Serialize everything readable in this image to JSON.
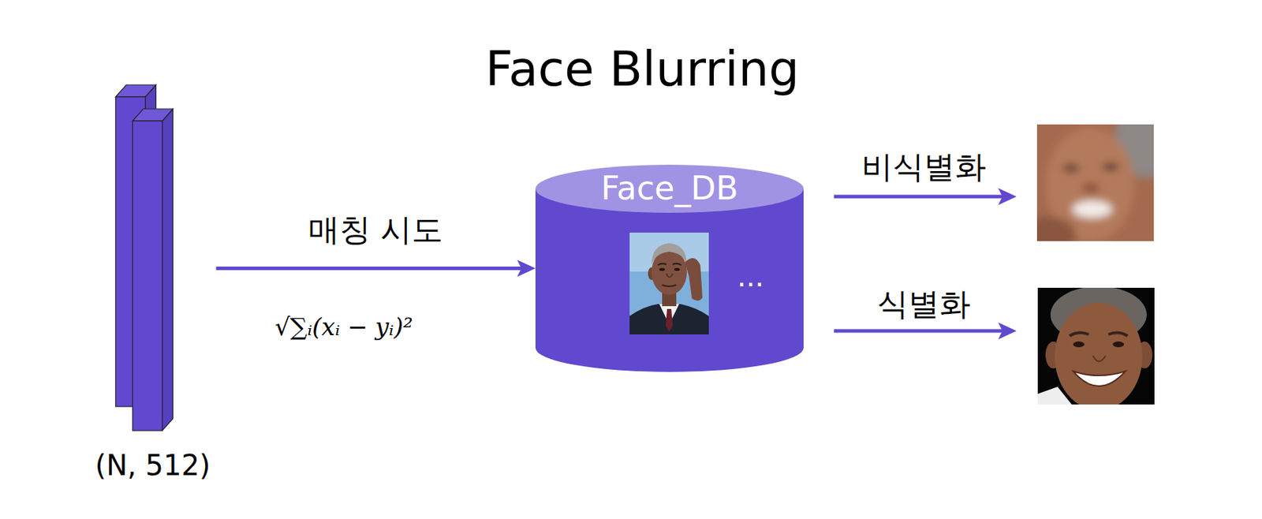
{
  "diagram": {
    "title": "Face Blurring",
    "nodes": [
      {
        "text": [
          "(N, 512)"
        ]
      },
      {
        "text": [
          "Face_DB",
          "..."
        ]
      }
    ],
    "edges": [
      {
        "from": 0,
        "to": 1,
        "arrow": "to",
        "label": "매칭 시도"
      }
    ],
    "labels": [
      "√∑ᵢ(xᵢ − yᵢ)²",
      "비식별화",
      "식별화"
    ]
  }
}
